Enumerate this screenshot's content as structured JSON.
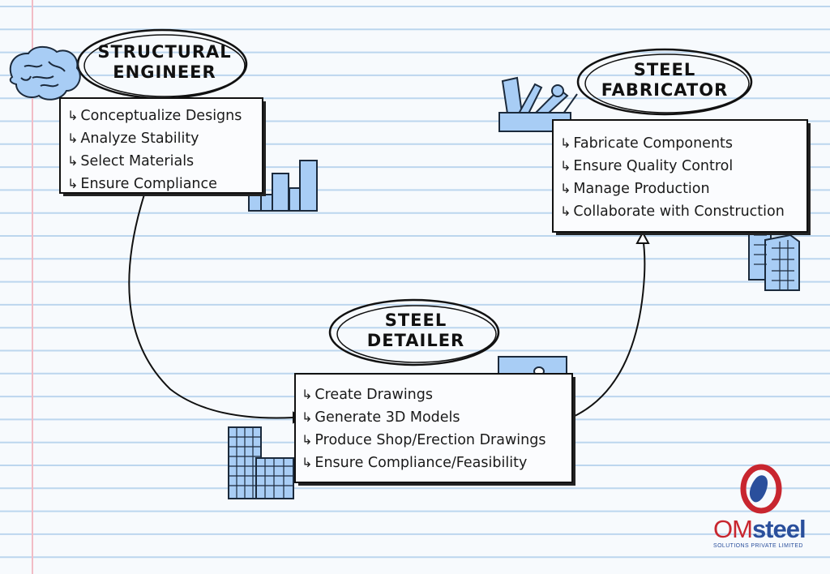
{
  "nodes": {
    "structural_engineer": {
      "title_line1": "Structural",
      "title_line2": "engineer",
      "tasks": [
        "Conceptualize Designs",
        "Analyze Stability",
        "Select Materials",
        "Ensure Compliance"
      ]
    },
    "steel_detailer": {
      "title_line1": "Steel",
      "title_line2": "detailer",
      "tasks": [
        "Create Drawings",
        "Generate 3D Models",
        "Produce Shop/Erection Drawings",
        "Ensure Compliance/Feasibility"
      ]
    },
    "steel_fabricator": {
      "title_line1": "Steel",
      "title_line2": "Fabricator",
      "tasks": [
        "Fabricate Components",
        "Ensure Quality Control",
        "Manage Production",
        "Collaborate with Construction"
      ]
    }
  },
  "list_marker": "↳",
  "icons": {
    "engineer": "brain-icon",
    "engineer_chart": "bar-chart-icon",
    "detailer": "image-icon",
    "detailer_grid": "building-grid-icon",
    "fabricator": "toolbox-icon",
    "fabricator_buildings": "buildings-icon"
  },
  "logo": {
    "om": "OM",
    "steel": "steel",
    "subtitle": "SOLUTIONS PRIVATE LIMITED"
  },
  "colors": {
    "icon_fill": "#a8cdf5",
    "line": "#111111",
    "ruled": "#b9d4ec",
    "margin": "#f1b8c2",
    "logo_red": "#c8262f",
    "logo_blue": "#2a4f9c"
  }
}
